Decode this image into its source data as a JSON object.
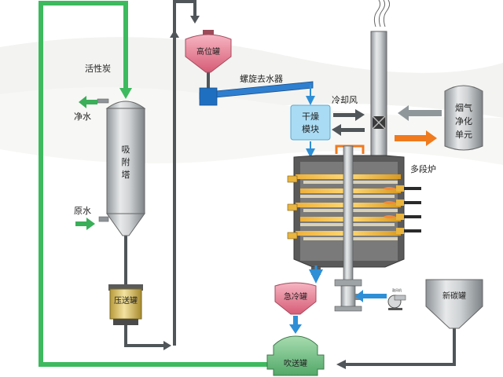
{
  "labels": {
    "activated_carbon": "活性炭",
    "clean_water": "净水",
    "raw_water": "原水",
    "adsorption_tower": [
      "吸",
      "附",
      "塔"
    ],
    "pressure_tank": "压送罐",
    "high_tank": "高位罐",
    "screw_dewater": "螺旋去水器",
    "cooling_air": "冷却风",
    "drying_module": [
      "干燥",
      "模块"
    ],
    "flue_gas": [
      "烟气",
      "净化",
      "单元"
    ],
    "multi_stage_furnace": "多段炉",
    "quench_tank": "急冷罐",
    "blower_tag": "鼓风机",
    "new_carbon_tank": "新碳罐",
    "blow_tank": "吹送罐"
  },
  "colors": {
    "green_line": "#3dba5e",
    "green_arrow": "#3aae58",
    "gray_pipe": "#4f5558",
    "blue_arrow": "#2e8fd6",
    "orange_arrow": "#f07a1e",
    "steel": "#c9ccce",
    "tank_pink": "#e4788e",
    "tank_yellow": "#dcc46a",
    "drying_blue": "#a9dcf4",
    "screw_blue": "#1f6fc1",
    "furnace_dark": "#595959",
    "blow_green": "#7ec58b"
  }
}
